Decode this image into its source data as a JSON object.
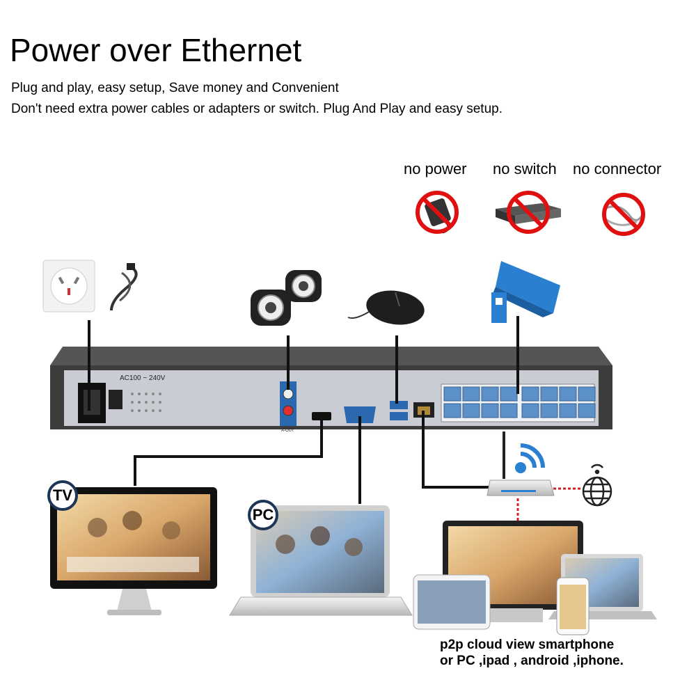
{
  "title": "Power over Ethernet",
  "subtitle_lines": [
    "Plug and play, easy setup, Save money and Convenient",
    "Don't need extra power cables or adapters or switch. Plug And Play and easy setup."
  ],
  "no_items": [
    {
      "label": "no power",
      "icon": "power-adapter-icon"
    },
    {
      "label": "no switch",
      "icon": "network-switch-icon"
    },
    {
      "label": "no connector",
      "icon": "connector-cable-icon"
    }
  ],
  "nvr": {
    "power_label": "AC100 ~ 240V",
    "audio_label": "A-OUT"
  },
  "badges": {
    "tv": "TV",
    "pc": "PC"
  },
  "caption": [
    "p2p cloud view smartphone",
    "or PC ,ipad  , android ,iphone."
  ],
  "colors": {
    "port_blue": "#5b90c8",
    "camera_blue": "#2a7fd0",
    "nvr_body": "#3d3d3d",
    "nvr_panel": "#c9cdd3",
    "prohibit_red": "#e01010"
  }
}
